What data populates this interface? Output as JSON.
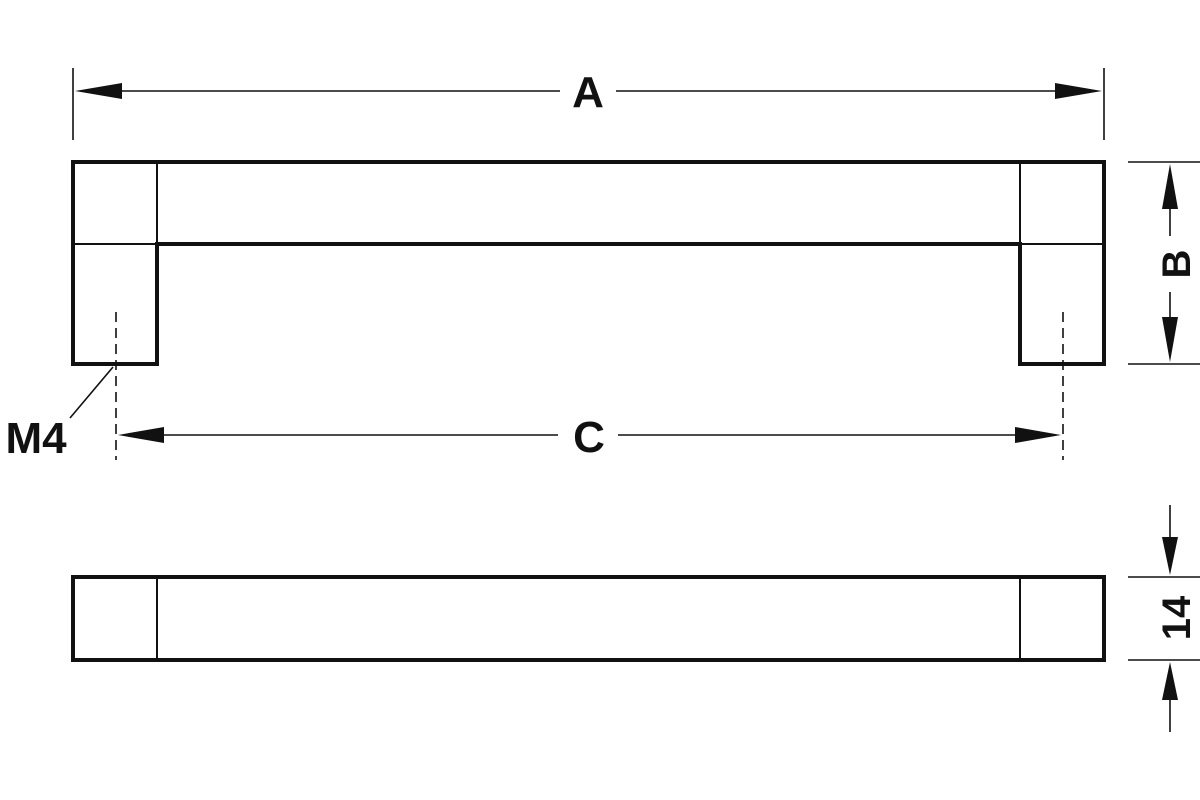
{
  "drawing": {
    "labels": {
      "overall_length": "A",
      "height": "B",
      "hole_spacing": "C",
      "thread": "M4",
      "thickness": "14"
    }
  }
}
